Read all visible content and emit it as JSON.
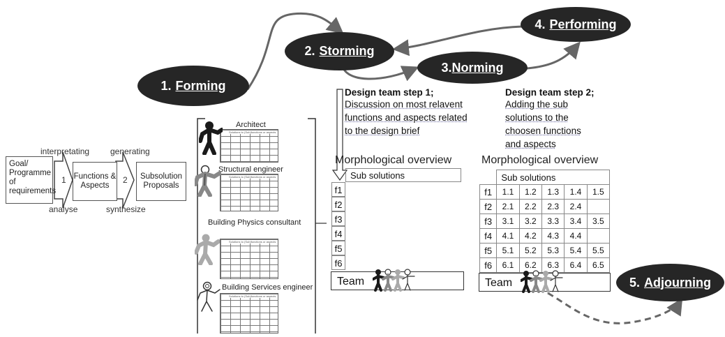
{
  "stages": {
    "forming": {
      "num": "1.",
      "word": "Forming"
    },
    "storming": {
      "num": "2.",
      "word": "Storming"
    },
    "norming": {
      "num": "3.",
      "word": "Norming"
    },
    "performing": {
      "num": "4.",
      "word": "Performing"
    },
    "adjourning": {
      "num": "5.",
      "word": "Adjourning"
    }
  },
  "flow": {
    "goal_text": "Goal/ Programme of requirements",
    "functions_text": "Functions & Aspects",
    "subsolutions_text": "Subsolution Proposals",
    "arrow1": "1",
    "arrow2": "2",
    "interpretating": "interpretating",
    "generating": "generating",
    "analyse": "analyse",
    "synthesize": "synthesize"
  },
  "roles": {
    "architect": "Architect",
    "structural": "Structural engineer",
    "physics": "Building Physics consultant",
    "services": "Building Services engineer",
    "grid_header": "Solutions to (Sub)functions or aspects"
  },
  "step1": {
    "title": "Design team step 1;",
    "line1": "Discussion on most relavent",
    "line2": "functions and aspects related",
    "line3": "to the design brief"
  },
  "step2": {
    "title": "Design team step 2;",
    "line1": "Adding the sub",
    "line2": "solutions to the",
    "line3": "choosen functions",
    "line4": "and aspects"
  },
  "morph1": {
    "title": "Morphological overview",
    "header": "Sub solutions",
    "rows": [
      "f1",
      "f2",
      "f3",
      "f4",
      "f5",
      "f6"
    ],
    "team": "Team"
  },
  "morph2": {
    "title": "Morphological overview",
    "header": "Sub solutions",
    "team": "Team",
    "rows": [
      {
        "f": "f1",
        "cells": [
          "1.1",
          "1.2",
          "1.3",
          "1.4",
          "1.5"
        ]
      },
      {
        "f": "f2",
        "cells": [
          "2.1",
          "2.2",
          "2.3",
          "2.4",
          ""
        ]
      },
      {
        "f": "f3",
        "cells": [
          "3.1",
          "3.2",
          "3.3",
          "3.4",
          "3.5"
        ]
      },
      {
        "f": "f4",
        "cells": [
          "4.1",
          "4.2",
          "4.3",
          "4.4",
          ""
        ]
      },
      {
        "f": "f5",
        "cells": [
          "5.1",
          "5.2",
          "5.3",
          "5.4",
          "5.5"
        ]
      },
      {
        "f": "f6",
        "cells": [
          "6.1",
          "6.2",
          "6.3",
          "6.4",
          "6.5"
        ]
      }
    ]
  },
  "colors": {
    "oval": "#262626",
    "arrow": "#666666"
  }
}
